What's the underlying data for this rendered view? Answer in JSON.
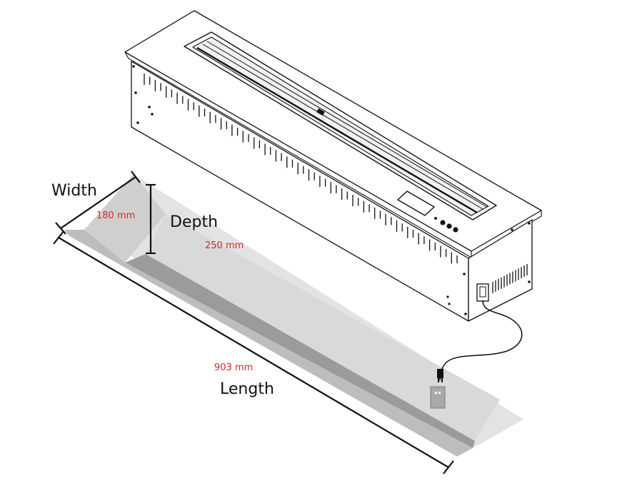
{
  "labels": {
    "width": "Width",
    "depth": "Depth",
    "length": "Length"
  },
  "measurements": {
    "width_value": "180 mm",
    "depth_value": "250 mm",
    "length_value": "903 mm"
  },
  "colors": {
    "line": "#111111",
    "measurement_text": "#d42a2a",
    "recess_floor": "#e3e3e3",
    "recess_wall": "#c6c6c6",
    "recess_shadow": "#9b9b9b",
    "socket": "#a9a9a9"
  }
}
